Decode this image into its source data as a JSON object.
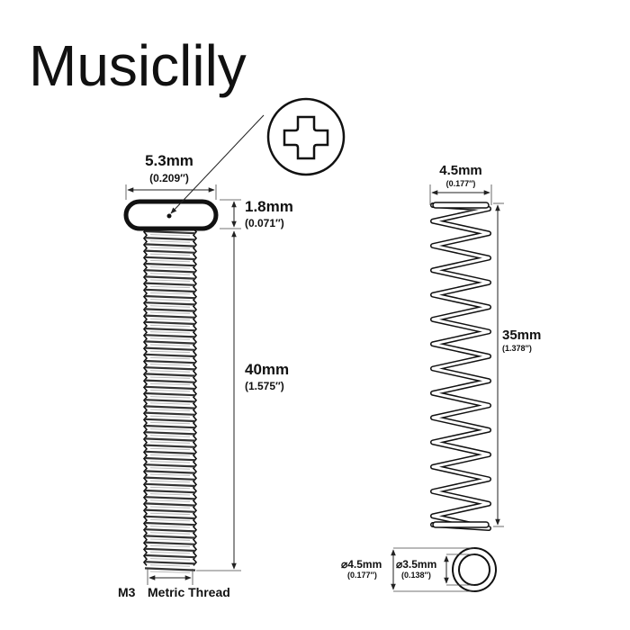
{
  "brand": "Musiclily",
  "screw": {
    "head_width": "5.3mm",
    "head_width_in": "(0.209″)",
    "head_height": "1.8mm",
    "head_height_in": "(0.071″)",
    "length": "40mm",
    "length_in": "(1.575″)",
    "thread_size": "M3",
    "thread_type": "Metric Thread"
  },
  "spring": {
    "width": "4.5mm",
    "width_in": "(0.177″)",
    "length": "35mm",
    "length_in": "(1.378″)",
    "outer_diameter": "⌀4.5mm",
    "outer_diameter_in": "(0.177″)",
    "inner_diameter": "⌀3.5mm",
    "inner_diameter_in": "(0.138″)"
  }
}
